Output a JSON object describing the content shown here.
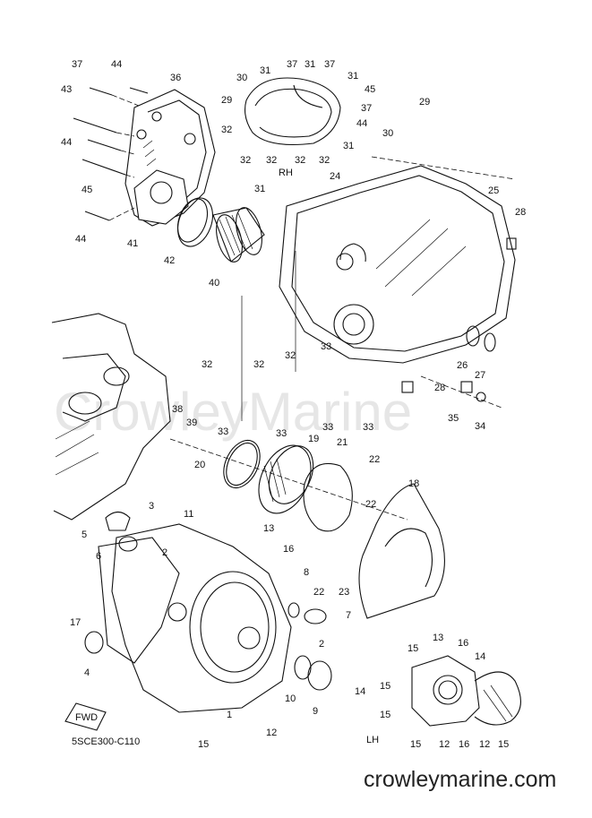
{
  "diagram": {
    "code": "5SCE300-C110",
    "watermark": "CrowleyMarine",
    "site": "crowleymarine.com",
    "rh_label": "RH",
    "lh_label": "LH",
    "fwd_label": "FWD",
    "callouts": [
      "37",
      "44",
      "36",
      "43",
      "44",
      "45",
      "44",
      "41",
      "42",
      "40",
      "30",
      "31",
      "37",
      "31",
      "37",
      "31",
      "45",
      "29",
      "32",
      "37",
      "44",
      "31",
      "32",
      "32",
      "32",
      "32",
      "29",
      "30",
      "RH",
      "24",
      "31",
      "25",
      "28",
      "26",
      "27",
      "28",
      "35",
      "34",
      "32",
      "32",
      "32",
      "33",
      "33",
      "38",
      "39",
      "33",
      "33",
      "33",
      "20",
      "19",
      "21",
      "22",
      "22",
      "18",
      "3",
      "11",
      "5",
      "6",
      "2",
      "13",
      "16",
      "8",
      "22",
      "23",
      "7",
      "17",
      "4",
      "2",
      "14",
      "9",
      "10",
      "1",
      "12",
      "15",
      "13",
      "16",
      "15",
      "14",
      "15",
      "15",
      "15",
      "12",
      "16",
      "12",
      "15",
      "LH"
    ]
  }
}
